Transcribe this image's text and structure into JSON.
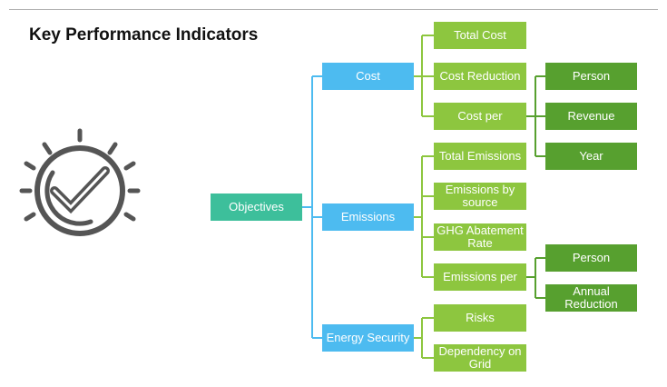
{
  "title": "Key Performance Indicators",
  "icons": {
    "main": "checkmark-badge-icon"
  },
  "colors": {
    "root": "#3dbf9b",
    "level1": "#4dbbf0",
    "level2": "#8dc63f",
    "level3": "#57a02f",
    "connector_blue": "#4dbbf0",
    "connector_green": "#8dc63f",
    "icon": "#555555"
  },
  "root": {
    "label": "Objectives"
  },
  "branches": {
    "cost": {
      "label": "Cost",
      "items": {
        "total_cost": "Total Cost",
        "cost_reduction": "Cost Reduction",
        "cost_per": {
          "label": "Cost per",
          "items": {
            "person": "Person",
            "revenue": "Revenue",
            "year": "Year"
          }
        }
      }
    },
    "emissions": {
      "label": "Emissions",
      "items": {
        "total_emissions": "Total Emissions",
        "emissions_by_source": "Emissions by source",
        "ghg_abatement_rate": "GHG Abatement Rate",
        "emissions_per": {
          "label": "Emissions per",
          "items": {
            "person": "Person",
            "annual_reduction": "Annual Reduction"
          }
        }
      }
    },
    "energy_security": {
      "label": "Energy Security",
      "items": {
        "risks": "Risks",
        "dependency_on_grid": "Dependency on Grid"
      }
    }
  }
}
